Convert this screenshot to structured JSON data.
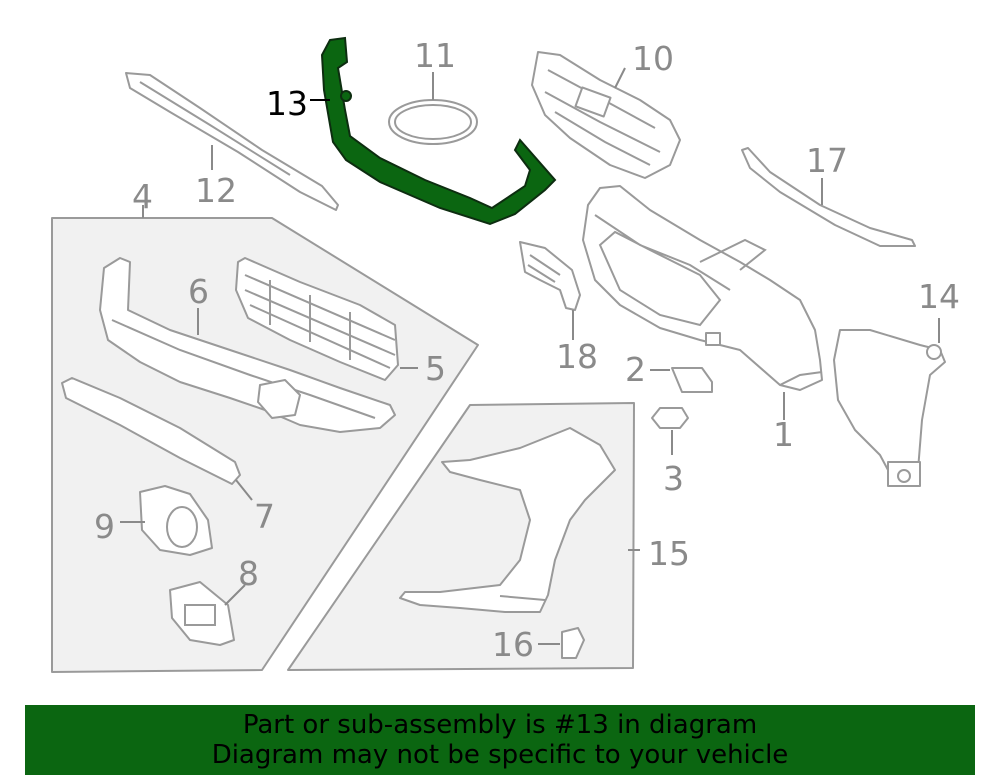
{
  "highlight_color": "#0b6611",
  "callouts": {
    "c1": "1",
    "c2": "2",
    "c3": "3",
    "c4": "4",
    "c5": "5",
    "c6": "6",
    "c7": "7",
    "c8": "8",
    "c9": "9",
    "c10": "10",
    "c11": "11",
    "c12": "12",
    "c13": "13",
    "c14": "14",
    "c15": "15",
    "c16": "16",
    "c17": "17",
    "c18": "18"
  },
  "banner": {
    "line1": "Part or sub-assembly is #13 in diagram",
    "line2": "Diagram may not be specific to your vehicle"
  }
}
